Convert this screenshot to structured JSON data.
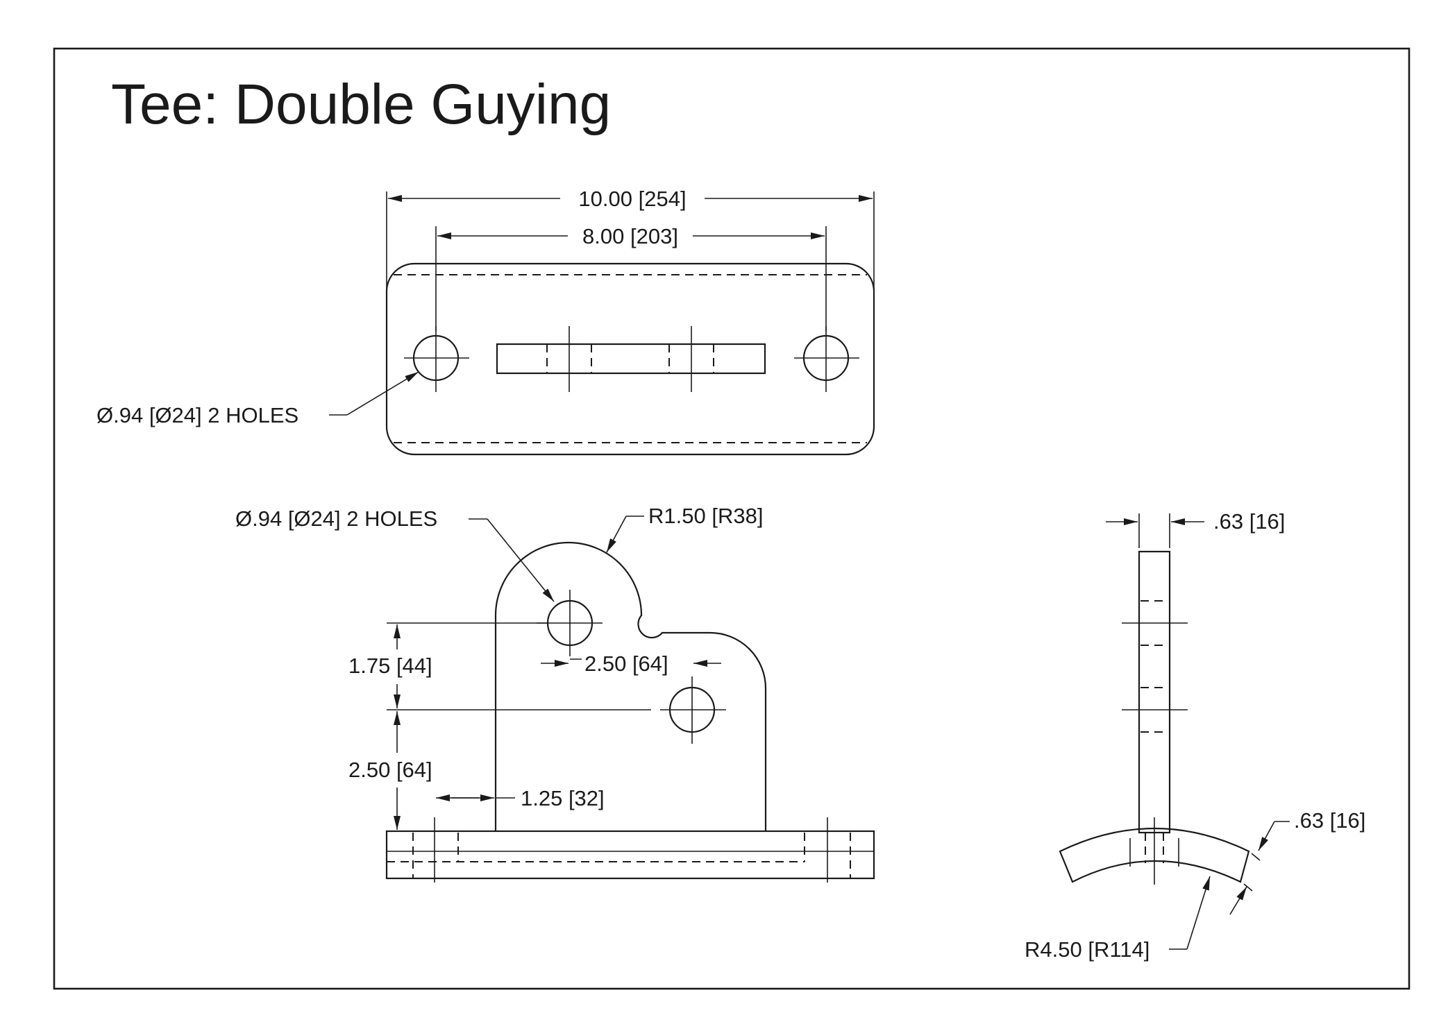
{
  "title": "Tee: Double Guying",
  "top_view": {
    "overall_width": "10.00 [254]",
    "hole_spacing": "8.00 [203]",
    "hole_callout": "Ø.94 [Ø24] 2 HOLES"
  },
  "front_view": {
    "hole_callout": "Ø.94 [Ø24] 2 HOLES",
    "radius": "R1.50 [R38]",
    "hole_offset_x": "2.50 [64]",
    "hole_offset_y": "1.75 [44]",
    "hole_height": "2.50 [64]",
    "plate_offset": "1.25 [32]"
  },
  "side_view": {
    "plate_thickness": ".63 [16]",
    "base_thickness": ".63 [16]",
    "base_radius": "R4.50 [R114]"
  }
}
